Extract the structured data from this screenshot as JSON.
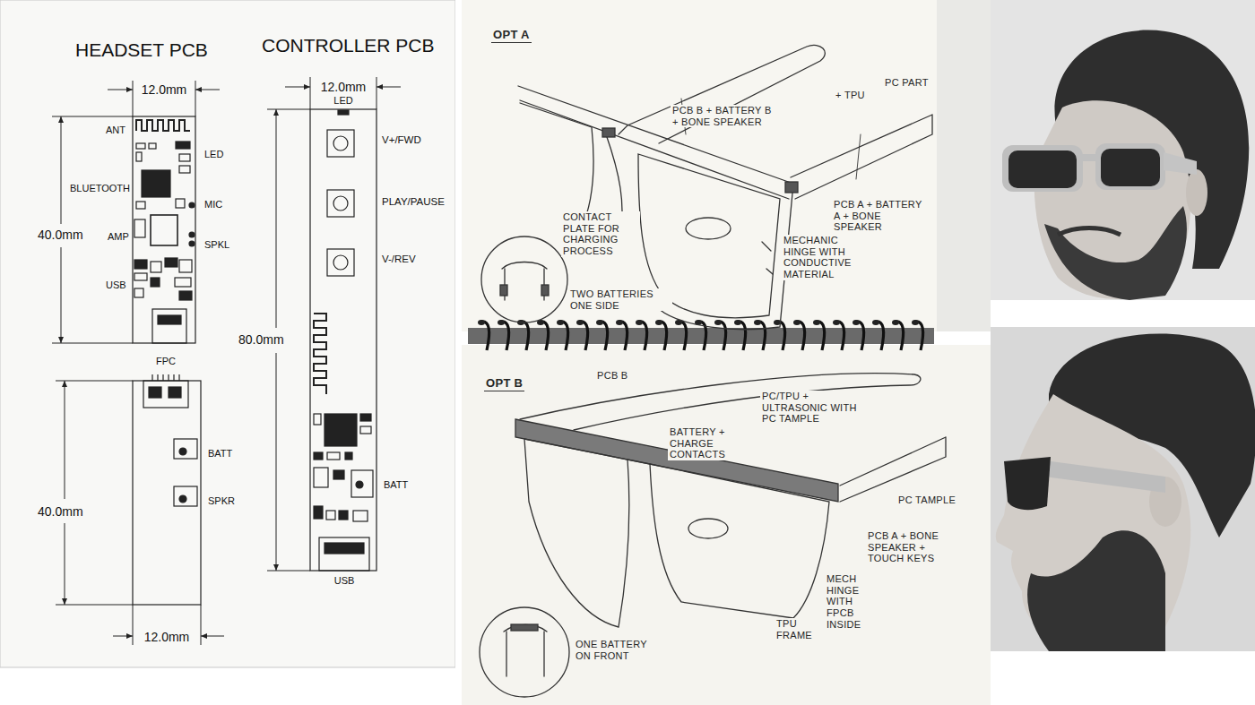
{
  "diagram": {
    "labels": [
      "HEADSET PCB",
      "CONTROLLER PCB",
      "12.0mm",
      "12.0mm",
      "ANT",
      "LED",
      "LED",
      "V+/FWD",
      "BLUETOOTH",
      "MIC",
      "PLAY/PAUSE",
      "AMP",
      "SPKL",
      "40.0mm",
      "80.0mm",
      "V-/REV",
      "USB",
      "FPC",
      "BATT",
      "BATT",
      "40.0mm",
      "SPKR",
      "USB",
      "12.0mm",
      "OPT A",
      "PCB B + BATTERY B + BONE SPEAKER",
      "+ TPU",
      "PC PART",
      "CONTACT PLATE FOR CHARGING PROCESS",
      "PCB A + BATTERY A + BONE SPEAKER",
      "MECHANIC HINGE WITH CONDUCTIVE MATERIAL",
      "TWO BATTERIES ONE SIDE",
      "OPT B",
      "PCB B",
      "PC/TPU + ULTRASONIC WITH PC TAMPLE",
      "BATTERY + CHARGE CONTACTS",
      "PC TAMPLE",
      "PCB A + BONE SPEAKER + TOUCH KEYS",
      "MECH HINGE WITH FPCB INSIDE",
      "TPU FRAME",
      "ONE BATTERY ON FRONT"
    ]
  }
}
